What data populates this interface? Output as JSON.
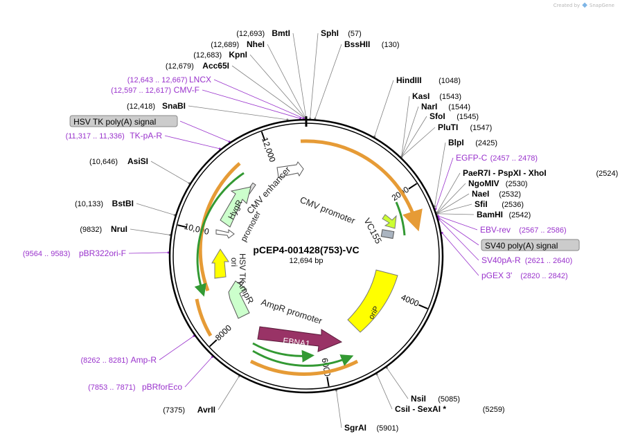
{
  "credit": {
    "created_by": "Created by",
    "brand": "SnapGene"
  },
  "plasmid": {
    "name": "pCEP4-001428(753)-VC",
    "size": "12,694 bp",
    "length": 12694
  },
  "ring_ticks": [
    {
      "pos": 2000,
      "label": "2000"
    },
    {
      "pos": 4000,
      "label": "4000"
    },
    {
      "pos": 6000,
      "label": "6000"
    },
    {
      "pos": 8000,
      "label": "8000"
    },
    {
      "pos": 10000,
      "label": "10,000"
    },
    {
      "pos": 12000,
      "label": "12,000"
    }
  ],
  "enzymes": [
    {
      "name": "BmtI",
      "coord": "(12,693)",
      "pos": 12693,
      "side": "left"
    },
    {
      "name": "NheI",
      "coord": "(12,689)",
      "pos": 12689,
      "side": "left"
    },
    {
      "name": "KpnI",
      "coord": "(12,683)",
      "pos": 12683,
      "side": "left"
    },
    {
      "name": "Acc65I",
      "coord": "(12,679)",
      "pos": 12679,
      "side": "left"
    },
    {
      "name": "SnaBI",
      "coord": "(12,418)",
      "pos": 12418,
      "side": "left"
    },
    {
      "name": "AsiSI",
      "coord": "(10,646)",
      "pos": 10646,
      "side": "left"
    },
    {
      "name": "BstBI",
      "coord": "(10,133)",
      "pos": 10133,
      "side": "left"
    },
    {
      "name": "NruI",
      "coord": "(9832)",
      "pos": 9832,
      "side": "left"
    },
    {
      "name": "AvrII",
      "coord": "(7375)",
      "pos": 7375,
      "side": "left"
    },
    {
      "name": "SphI",
      "coord": "(57)",
      "pos": 57,
      "side": "right"
    },
    {
      "name": "BssHII",
      "coord": "(130)",
      "pos": 130,
      "side": "right"
    },
    {
      "name": "HindIII",
      "coord": "(1048)",
      "pos": 1048,
      "side": "right"
    },
    {
      "name": "KasI",
      "coord": "(1543)",
      "pos": 1543,
      "side": "right"
    },
    {
      "name": "NarI",
      "coord": "(1544)",
      "pos": 1544,
      "side": "right"
    },
    {
      "name": "SfoI",
      "coord": "(1545)",
      "pos": 1545,
      "side": "right"
    },
    {
      "name": "PluTI",
      "coord": "(1547)",
      "pos": 1547,
      "side": "right"
    },
    {
      "name": "BlpI",
      "coord": "(2425)",
      "pos": 2425,
      "side": "right"
    },
    {
      "name": "PaeR7I  -  PspXI  -  XhoI",
      "coord": "(2524)",
      "pos": 2524,
      "side": "right"
    },
    {
      "name": "NgoMIV",
      "coord": "(2530)",
      "pos": 2530,
      "side": "right"
    },
    {
      "name": "NaeI",
      "coord": "(2532)",
      "pos": 2532,
      "side": "right"
    },
    {
      "name": "SfiI",
      "coord": "(2536)",
      "pos": 2536,
      "side": "right"
    },
    {
      "name": "BamHI",
      "coord": "(2542)",
      "pos": 2542,
      "side": "right"
    },
    {
      "name": "NsiI",
      "coord": "(5085)",
      "pos": 5085,
      "side": "right"
    },
    {
      "name": "CsiI  -  SexAI *",
      "coord": "(5259)",
      "pos": 5259,
      "side": "right"
    },
    {
      "name": "SgrAI",
      "coord": "(5901)",
      "pos": 5901,
      "side": "right"
    }
  ],
  "primers": [
    {
      "name": "LNCX",
      "coord": "(12,643 .. 12,667)",
      "pos": 12655,
      "side": "left",
      "boxed": false
    },
    {
      "name": "CMV-F",
      "coord": "(12,597 .. 12,617)",
      "pos": 12607,
      "side": "left",
      "boxed": false
    },
    {
      "name": "HSV TK poly(A) signal",
      "coord": "",
      "pos": 11500,
      "side": "left",
      "boxed": true
    },
    {
      "name": "TK-pA-R",
      "coord": "(11,317 .. 11,336)",
      "pos": 11326,
      "side": "left",
      "boxed": false
    },
    {
      "name": "pBR322ori-F",
      "coord": "(9564 .. 9583)",
      "pos": 9573,
      "side": "left",
      "boxed": false
    },
    {
      "name": "Amp-R",
      "coord": "(8262 .. 8281)",
      "pos": 8271,
      "side": "left",
      "boxed": false
    },
    {
      "name": "pBRforEco",
      "coord": "(7853 .. 7871)",
      "pos": 7862,
      "side": "left",
      "boxed": false
    },
    {
      "name": "EGFP-C",
      "coord": "(2457 .. 2478)",
      "pos": 2467,
      "side": "right",
      "boxed": false
    },
    {
      "name": "EBV-rev",
      "coord": "(2567 .. 2586)",
      "pos": 2576,
      "side": "right",
      "boxed": false
    },
    {
      "name": "SV40 poly(A) signal",
      "coord": "",
      "pos": 2600,
      "side": "right",
      "boxed": true
    },
    {
      "name": "SV40pA-R",
      "coord": "(2621 .. 2640)",
      "pos": 2630,
      "side": "right",
      "boxed": false
    },
    {
      "name": "pGEX 3'",
      "coord": "(2820 .. 2842)",
      "pos": 2831,
      "side": "right",
      "boxed": false
    }
  ],
  "features": [
    {
      "name": "CMV enhancer",
      "type": "enhancer",
      "color": "#ffffff"
    },
    {
      "name": "CMV promoter",
      "type": "promoter",
      "color": "#ffffff"
    },
    {
      "name": "VC155",
      "type": "gene",
      "color": "#ccff33"
    },
    {
      "name": "oriP",
      "type": "rep_origin",
      "color": "#ffff00"
    },
    {
      "name": "EBNA1",
      "type": "CDS",
      "color": "#993366"
    },
    {
      "name": "AmpR promoter",
      "type": "promoter",
      "color": "#ffffff"
    },
    {
      "name": "AmpR",
      "type": "CDS",
      "color": "#ccffcc"
    },
    {
      "name": "ori",
      "type": "rep_origin",
      "color": "#ffff00"
    },
    {
      "name": "HSV TK promoter",
      "type": "promoter",
      "color": "#ffffff"
    },
    {
      "name": "HygR",
      "type": "CDS",
      "color": "#ccffcc"
    }
  ],
  "feature_labels": {
    "cmv_enhancer": "CMV enhancer",
    "cmv_promoter": "CMV promoter",
    "vc155": "VC155",
    "orip": "oriP",
    "ebna1": "EBNA1",
    "ampr_promoter": "AmpR promoter",
    "ampr": "AmpR",
    "ori": "ori",
    "hsv_tk_promoter_1": "HSV TK",
    "hsv_tk_promoter_2": "promoter",
    "hygr": "HygR"
  },
  "colors": {
    "backbone": "#000000",
    "enzyme_text": "#000000",
    "primer_text": "#9932cc",
    "primer_line": "#9932cc",
    "enzyme_line": "#7f7f7f",
    "orf_arrow": "#e69b36",
    "orf_inner": "#339933",
    "box_fill": "#cccccc"
  }
}
